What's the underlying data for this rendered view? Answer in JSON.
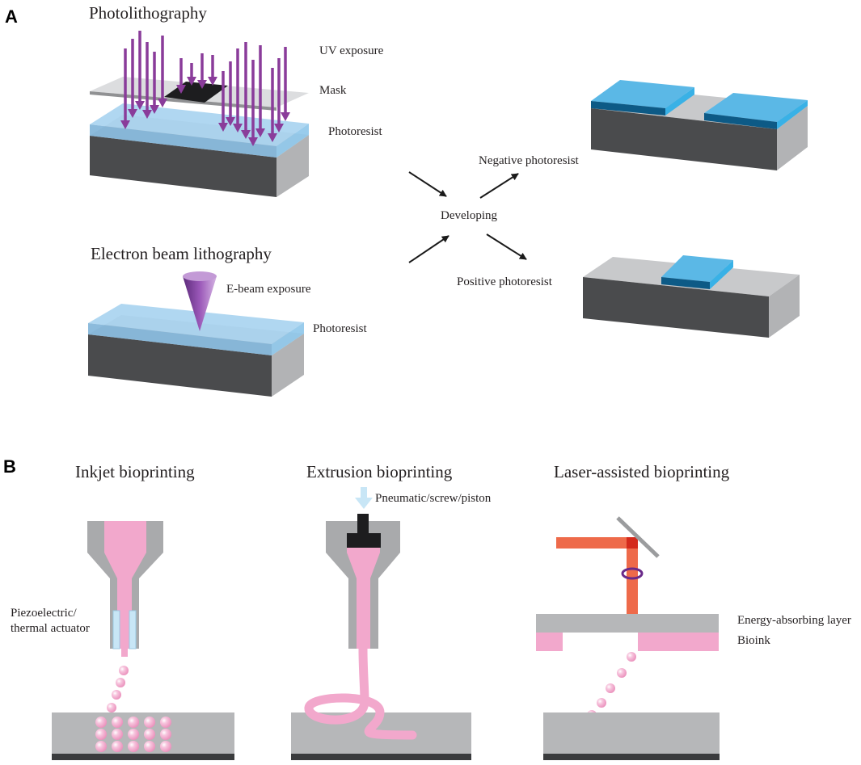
{
  "panel_a": {
    "letter": "A",
    "photolithography": {
      "title": "Photolithography",
      "uv_exposure_label": "UV exposure",
      "mask_label": "Mask",
      "photoresist_label": "Photoresist"
    },
    "ebl": {
      "title": "Electron beam lithography",
      "ebeam_label": "E-beam exposure",
      "photoresist_label": "Photoresist"
    },
    "developing_label": "Developing",
    "negative_label": "Negative photoresist",
    "positive_label": "Positive photoresist"
  },
  "panel_b": {
    "letter": "B",
    "inkjet": {
      "title": "Inkjet bioprinting",
      "actuator_label_line1": "Piezoelectric/",
      "actuator_label_line2": "thermal actuator"
    },
    "extrusion": {
      "title": "Extrusion bioprinting",
      "pneumatic_label": "Pneumatic/screw/piston"
    },
    "laser": {
      "title": "Laser-assisted bioprinting",
      "energy_layer_label": "Energy-absorbing layer",
      "bioink_label": "Bioink"
    }
  },
  "colors": {
    "substrate_top": "#c8c9cb",
    "substrate_front": "#4a4b4d",
    "substrate_side": "#b2b3b5",
    "photoresist": "#8ec6ea",
    "resist_dark": "#0d5a86",
    "resist_bright": "#39b1e6",
    "uv_arrow": "#8a3c9a",
    "bioink": "#f2a8cc",
    "laser": "#ee6a4a"
  }
}
